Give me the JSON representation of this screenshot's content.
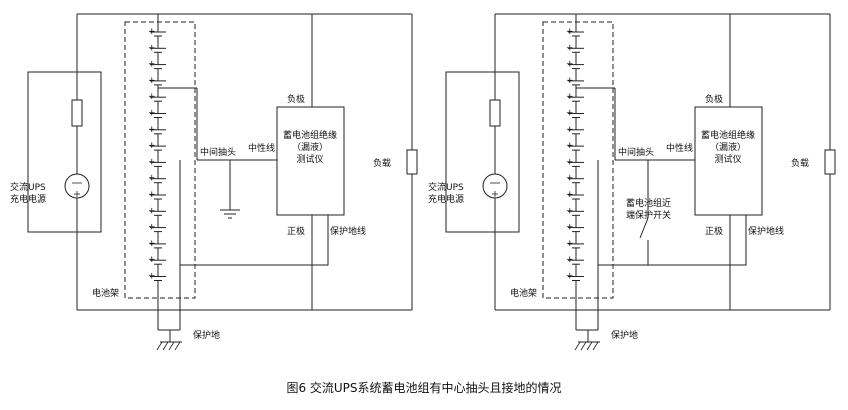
{
  "caption": "图6 交流UPS系统蓄电池组有中心抽头且接地的情况",
  "labels": {
    "ups_source": "交流UPS\n充电电源",
    "battery_rack": "电池架",
    "protective_ground": "保护地",
    "center_tap": "中间抽头",
    "neutral_line": "中性线",
    "negative": "负极",
    "positive": "正极",
    "protective_ground_line": "保护地线",
    "load": "负载",
    "tester": "蓄电池组绝缘\n（漏液）\n测试仪",
    "near_end_switch": "蓄电池组近\n端保护开关"
  }
}
